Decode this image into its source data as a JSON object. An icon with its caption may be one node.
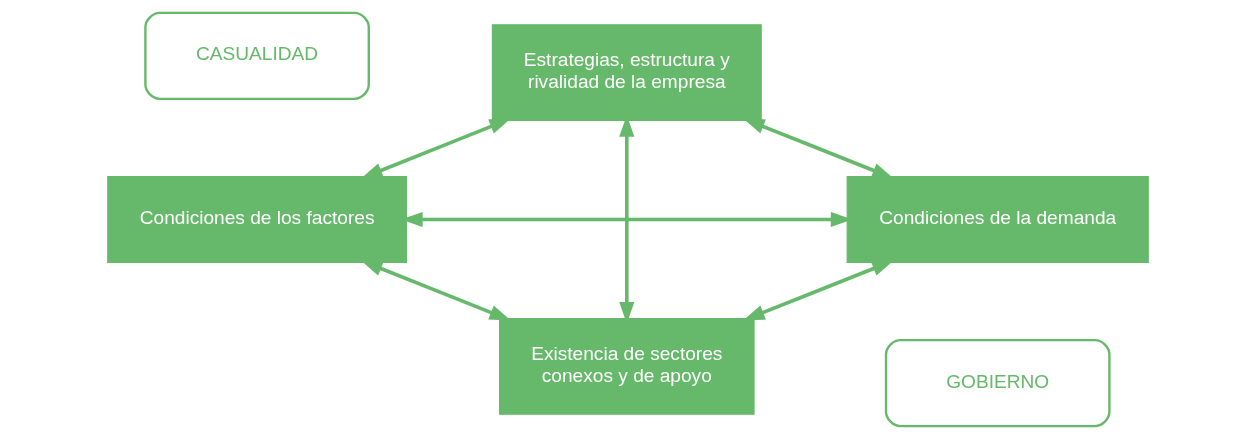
{
  "diagram": {
    "nodes": [
      {
        "text": [
          "CASUALIDAD"
        ]
      },
      {
        "text": [
          "Estrategias, estructura y rivalidad de la empresa"
        ]
      },
      {
        "text": [
          "Condiciones de los factores"
        ]
      },
      {
        "text": [
          "Condiciones de la demanda"
        ]
      },
      {
        "text": [
          "Existencia de sectores conexos y de apoyo"
        ]
      },
      {
        "text": [
          "GOBIERNO"
        ]
      }
    ],
    "edges": [
      {
        "from": 2,
        "to": 1,
        "arrow": "both"
      },
      {
        "from": 1,
        "to": 3,
        "arrow": "both"
      },
      {
        "from": 2,
        "to": 3,
        "arrow": "both"
      },
      {
        "from": 1,
        "to": 4,
        "arrow": "both"
      },
      {
        "from": 2,
        "to": 4,
        "arrow": "both"
      },
      {
        "from": 4,
        "to": 3,
        "arrow": "both"
      }
    ]
  }
}
